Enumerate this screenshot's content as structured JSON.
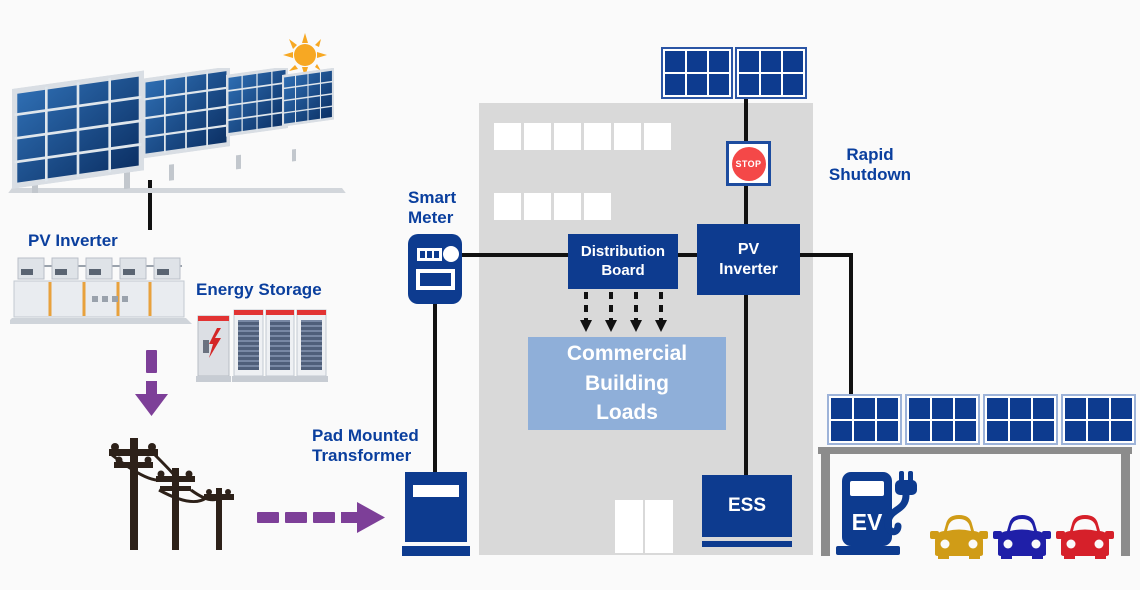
{
  "labels": {
    "pv_inverter_array": "PV Inverter",
    "energy_storage": "Energy Storage",
    "pad_mounted_transformer": [
      "Pad Mounted",
      "Transformer"
    ],
    "smart_meter": [
      "Smart",
      "Meter"
    ],
    "rapid_shutdown": [
      "Rapid",
      "Shutdown"
    ]
  },
  "nodes": {
    "stop": "STOP",
    "distribution_board": [
      "Distribution",
      "Board"
    ],
    "pv_inverter_box": [
      "PV",
      "Inverter"
    ],
    "building_loads": [
      "Commercial",
      "Building",
      "Loads"
    ],
    "ess": "ESS",
    "ev": "EV"
  },
  "colors": {
    "primary_blue": "#0d3b8f",
    "label_blue": "#0a3f9e",
    "loads_light_blue": "#8fafd9",
    "building_gray": "#d9d9d9",
    "arrow_purple": "#7d3f98",
    "stop_red": "#f44848",
    "sun_orange": "#f7a823",
    "car_yellow": "#d09c17",
    "car_blue": "#1f1fa8",
    "car_red": "#d6202a",
    "wire_black": "#111111"
  }
}
